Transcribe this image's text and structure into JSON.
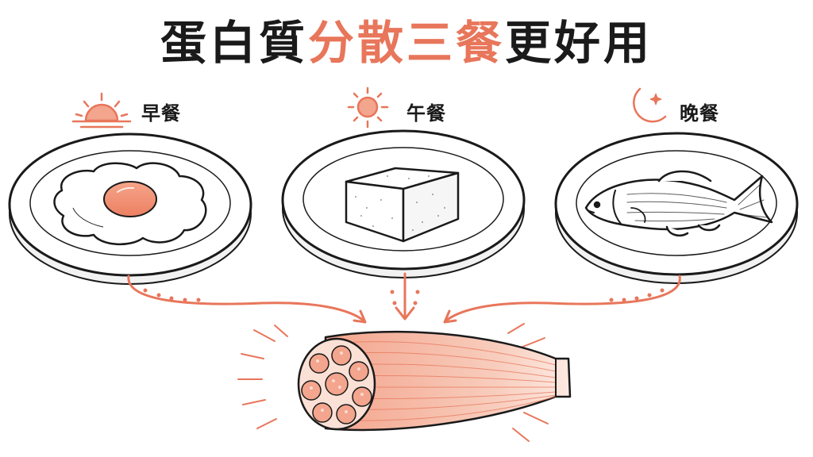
{
  "title": {
    "part1": "蛋白質",
    "part2": "分散三餐",
    "part3": "更好用"
  },
  "meals": {
    "breakfast": {
      "label": "早餐",
      "icon": "sunrise-icon",
      "food": "fried-egg"
    },
    "lunch": {
      "label": "午餐",
      "icon": "sun-icon",
      "food": "tofu"
    },
    "dinner": {
      "label": "晚餐",
      "icon": "moon-icon",
      "food": "fish"
    }
  },
  "target": {
    "icon": "muscle-fiber-icon"
  },
  "colors": {
    "accent": "#e8765b",
    "accent_light": "#f7b4a0",
    "ink": "#1a1a1a"
  }
}
